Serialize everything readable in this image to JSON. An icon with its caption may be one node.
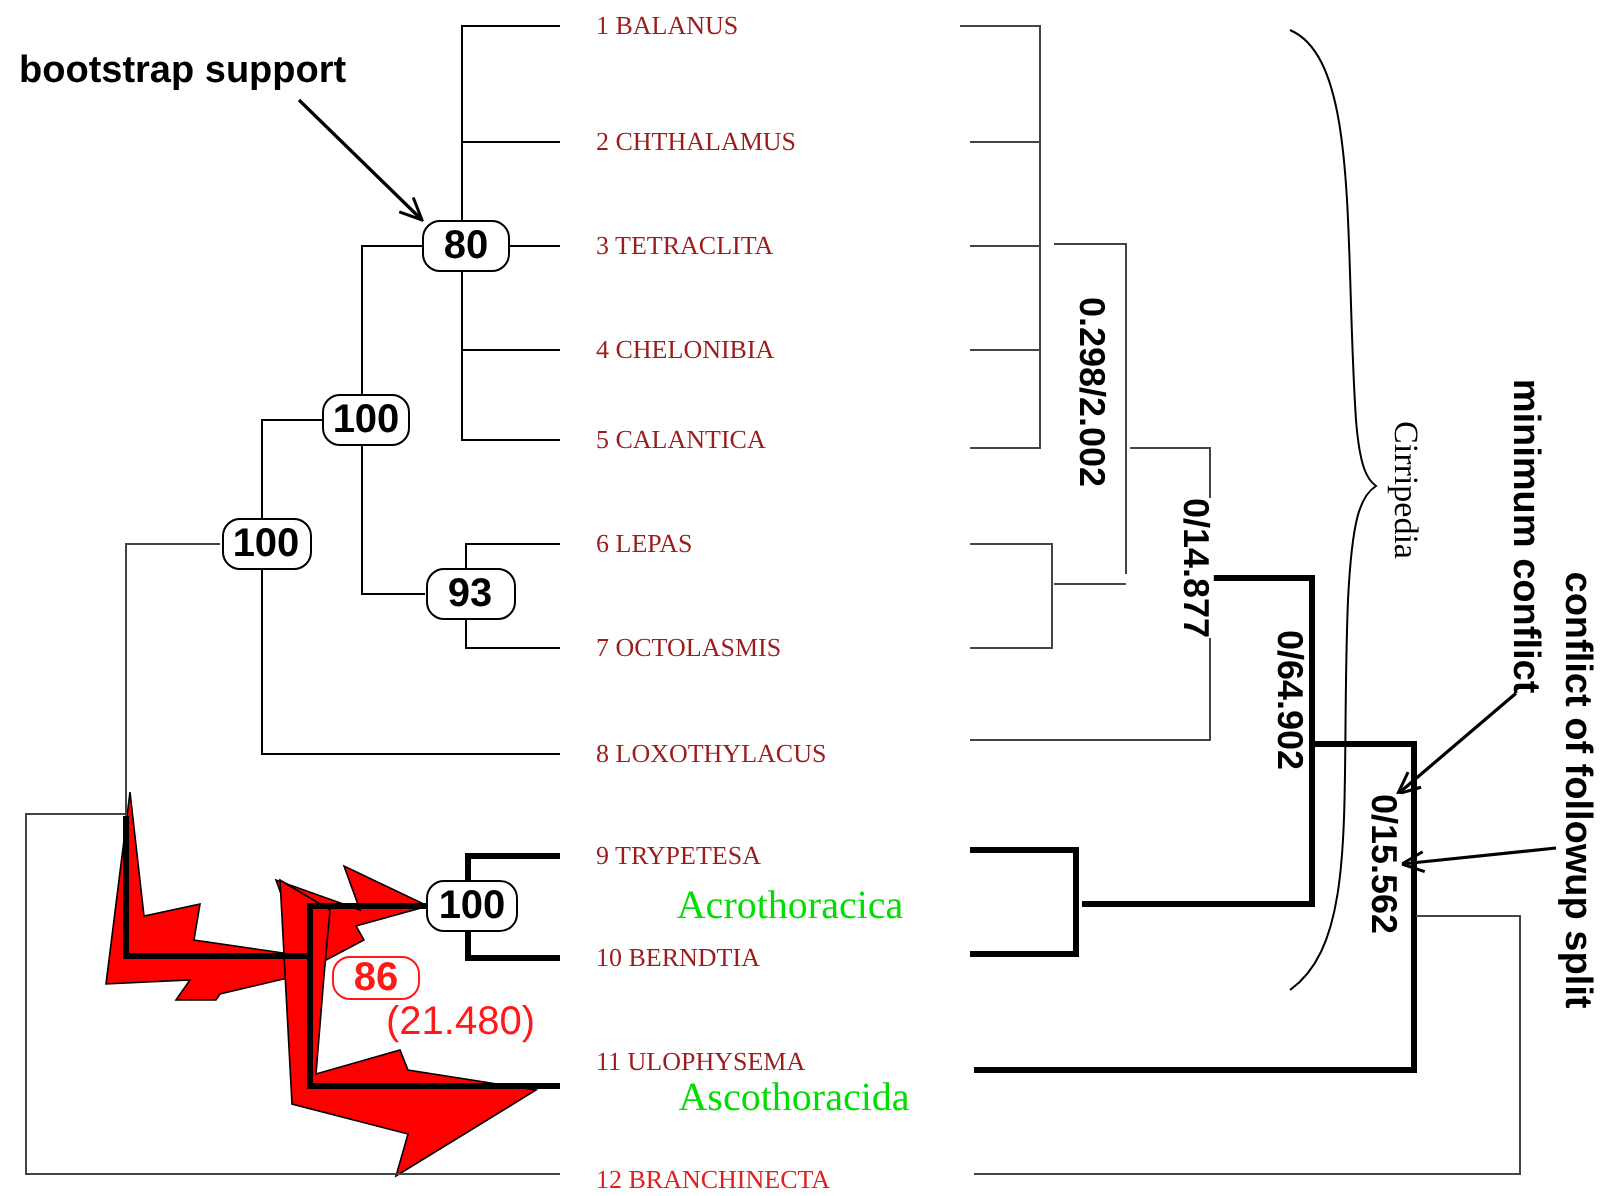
{
  "diagram": {
    "nodes": [
      {
        "text": [
          "bootstrap support"
        ]
      },
      {
        "text": [
          "80"
        ]
      },
      {
        "text": [
          "100"
        ]
      },
      {
        "text": [
          "100"
        ]
      },
      {
        "text": [
          "93"
        ]
      },
      {
        "text": [
          "100"
        ]
      },
      {
        "text": [
          "86"
        ],
        "beside": [
          "(21.480)"
        ]
      },
      {
        "text": [
          "1 BALANUS"
        ]
      },
      {
        "text": [
          "2 CHTHALAMUS"
        ]
      },
      {
        "text": [
          "3 TETRACLITA"
        ]
      },
      {
        "text": [
          "4 CHELONIBIA"
        ]
      },
      {
        "text": [
          "5 CALANTICA"
        ]
      },
      {
        "text": [
          "6 LEPAS"
        ]
      },
      {
        "text": [
          "7 OCTOLASMIS"
        ]
      },
      {
        "text": [
          "8 LOXOTHYLACUS"
        ]
      },
      {
        "text": [
          "9 TRYPETESA"
        ]
      },
      {
        "text": [
          "10 BERNDTIA"
        ]
      },
      {
        "text": [
          "11 ULOPHYSEMA"
        ]
      },
      {
        "text": [
          "12 BRANCHINECTA"
        ]
      },
      {
        "text": [
          "minimum conflict"
        ]
      },
      {
        "text": [
          "conflict of followup split"
        ]
      },
      {
        "text": [
          "0.298/2.002"
        ]
      },
      {
        "text": [
          "0/14.877"
        ]
      },
      {
        "text": [
          "0/64.902"
        ]
      },
      {
        "text": [
          "0/15.562"
        ]
      }
    ],
    "edges": [
      {
        "from": 0,
        "to": 1,
        "arrow": "to"
      },
      {
        "from": 1,
        "to": 7,
        "arrow": "none"
      },
      {
        "from": 1,
        "to": 8,
        "arrow": "none"
      },
      {
        "from": 1,
        "to": 9,
        "arrow": "none"
      },
      {
        "from": 1,
        "to": 10,
        "arrow": "none"
      },
      {
        "from": 1,
        "to": 11,
        "arrow": "none"
      },
      {
        "from": 2,
        "to": 1,
        "arrow": "none"
      },
      {
        "from": 2,
        "to": 4,
        "arrow": "none"
      },
      {
        "from": 4,
        "to": 12,
        "arrow": "none"
      },
      {
        "from": 4,
        "to": 13,
        "arrow": "none"
      },
      {
        "from": 3,
        "to": 2,
        "arrow": "none"
      },
      {
        "from": 3,
        "to": 14,
        "arrow": "none"
      },
      {
        "from": 5,
        "to": 15,
        "arrow": "none",
        "style": "thick"
      },
      {
        "from": 5,
        "to": 16,
        "arrow": "none",
        "style": "thick"
      },
      {
        "from": 19,
        "to": 24,
        "arrow": "to"
      },
      {
        "from": 20,
        "to": 24,
        "arrow": "to"
      }
    ],
    "labels": [
      "Acrothoracica",
      "Ascothoracida",
      "Cirripedia"
    ]
  }
}
